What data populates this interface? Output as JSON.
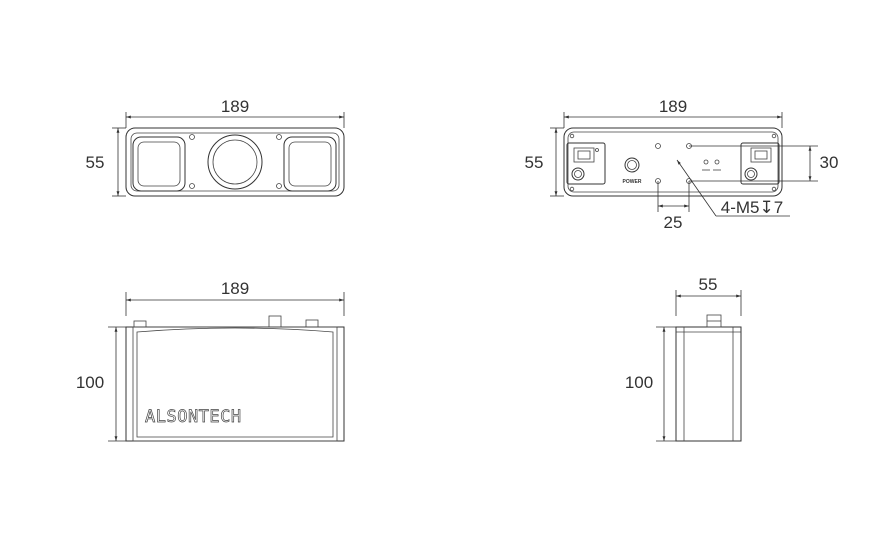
{
  "front_view": {
    "width_label": "189",
    "height_label": "55"
  },
  "rear_view": {
    "width_label": "189",
    "height_label": "55",
    "connector_offset_label": "30",
    "hole_spacing_label": "25",
    "hole_callout": "4-M5↧7",
    "power_label": "POWER"
  },
  "top_view": {
    "width_label": "189",
    "height_label": "100",
    "brand_text": "ALSONTECH"
  },
  "side_view": {
    "width_label": "55",
    "height_label": "100"
  }
}
